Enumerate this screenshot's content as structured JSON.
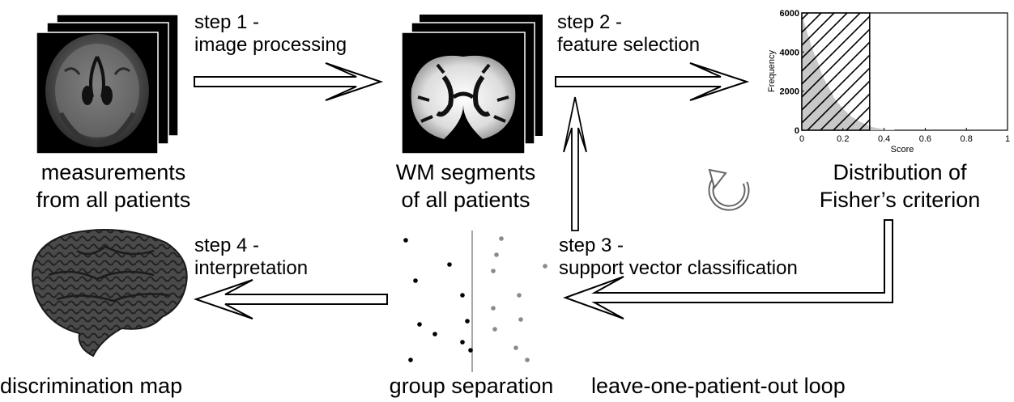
{
  "steps": {
    "step1": {
      "line1": "step 1 -",
      "line2": "image processing"
    },
    "step2": {
      "line1": "step 2 -",
      "line2": "feature selection"
    },
    "step3": {
      "line1": "step 3 -",
      "line2": "support vector classification"
    },
    "step4": {
      "line1": "step 4 -",
      "line2": "interpretation"
    }
  },
  "captions": {
    "measurements": {
      "line1": "measurements",
      "line2": "from all patients"
    },
    "wm_segments": {
      "line1": "WM segments",
      "line2": "of all patients"
    },
    "distribution": {
      "line1": "Distribution of",
      "line2": "Fisher’s criterion"
    },
    "discrimination_map": "discrimination map",
    "group_separation": "group separation",
    "loop": "leave-one-patient-out loop"
  },
  "chart_data": {
    "type": "area",
    "title": "",
    "xlabel": "Score",
    "ylabel": "Frequency",
    "xlim": [
      0,
      1
    ],
    "ylim": [
      0,
      6000
    ],
    "x_ticks": [
      "0",
      "0.2",
      "0.4",
      "0.6",
      "0.8",
      "1"
    ],
    "y_ticks": [
      "0",
      "2000",
      "4000",
      "6000"
    ],
    "selected_range": [
      0,
      0.33
    ],
    "x": [
      0.0,
      0.02,
      0.05,
      0.08,
      0.1,
      0.13,
      0.16,
      0.2,
      0.24,
      0.28,
      0.32,
      0.33,
      0.36,
      0.4,
      0.45
    ],
    "values": [
      6000,
      5200,
      4200,
      3400,
      2800,
      2200,
      1600,
      1100,
      700,
      450,
      260,
      200,
      120,
      60,
      20
    ]
  },
  "scatter": {
    "group_a": [
      [
        -82,
        12
      ],
      [
        -28,
        42
      ],
      [
        -70,
        62
      ],
      [
        -12,
        80
      ],
      [
        -65,
        116
      ],
      [
        -6,
        112
      ],
      [
        -46,
        128
      ],
      [
        -12,
        138
      ],
      [
        -2,
        148
      ],
      [
        -76,
        160
      ]
    ],
    "group_b": [
      [
        36,
        10
      ],
      [
        30,
        30
      ],
      [
        90,
        44
      ],
      [
        26,
        50
      ],
      [
        58,
        80
      ],
      [
        26,
        96
      ],
      [
        60,
        110
      ],
      [
        28,
        122
      ],
      [
        54,
        145
      ],
      [
        68,
        160
      ]
    ]
  }
}
